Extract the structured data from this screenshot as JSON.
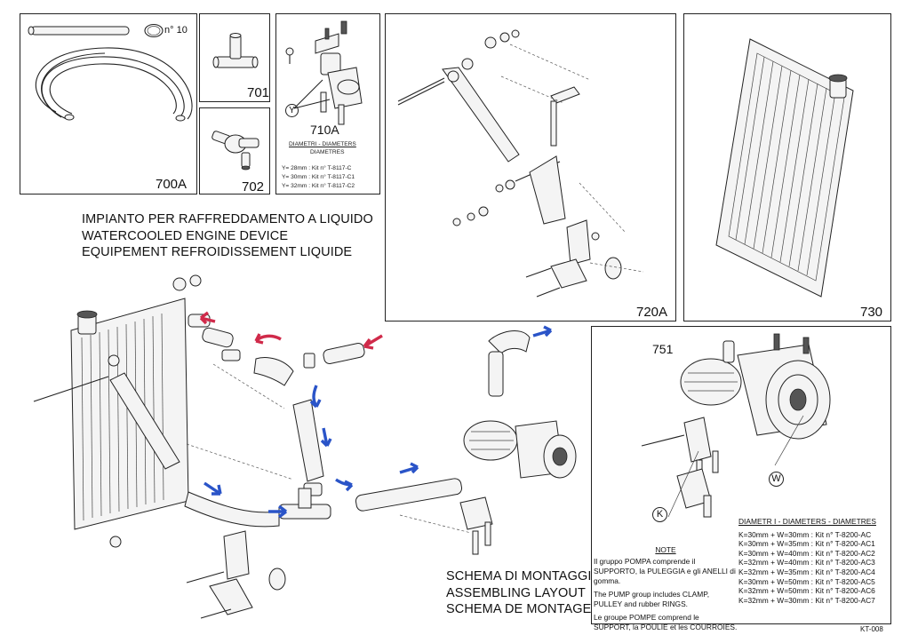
{
  "panels": {
    "hose_kit": {
      "code": "700A",
      "clamp_label": "n° 10"
    },
    "tee": {
      "code": "701"
    },
    "thermostat": {
      "code": "702"
    },
    "support": {
      "code": "710A",
      "diam_title": "DIAMETRI - DIAMETERS",
      "diam_subtitle": "DIAMETRES",
      "rows": [
        "Y= 28mm : Kit n° T-8117-C",
        "Y= 30mm : Kit n° T-8117-C1",
        "Y= 32mm : Kit n° T-8117-C2"
      ],
      "callout": "Y"
    },
    "bracket": {
      "code": "720A"
    },
    "radiator": {
      "code": "730"
    },
    "pump": {
      "code": "751",
      "callout_k": "K",
      "callout_w": "W"
    }
  },
  "title_lines": [
    "IMPIANTO PER RAFFREDDAMENTO A LIQUIDO",
    "WATERCOOLED ENGINE DEVICE",
    "EQUIPEMENT REFROIDISSEMENT LIQUIDE"
  ],
  "layout_lines": [
    "SCHEMA DI MONTAGGIO",
    "ASSEMBLING LAYOUT",
    "SCHEMA DE MONTAGE"
  ],
  "note": {
    "heading": "NOTE",
    "it": "Il gruppo POMPA comprende il SUPPORTO, la PULEGGIA e gli ANELLI di gomma.",
    "en": "The PUMP group includes CLAMP, PULLEY and rubber RINGS.",
    "fr": "Le groupe POMPE comprend le SUPPORT, la POULIE et les COURROIES."
  },
  "diameters": {
    "heading": "DIAMETR I - DIAMETERS - DIAMETRES",
    "rows": [
      "K=30mm + W=30mm : Kit n° T-8200-AC",
      "K=30mm + W=35mm : Kit n° T-8200-AC1",
      "K=30mm + W=40mm : Kit n° T-8200-AC2",
      "K=32mm + W=40mm : Kit n° T-8200-AC3",
      "K=32mm + W=35mm : Kit n° T-8200-AC4",
      "K=30mm + W=50mm : Kit n° T-8200-AC5",
      "K=32mm + W=50mm : Kit n° T-8200-AC6",
      "K=32mm + W=30mm : Kit n° T-8200-AC7"
    ]
  },
  "page_code": "KT-008",
  "colors": {
    "flow_hot": "#d02a4a",
    "flow_cold": "#2a54c8",
    "line": "#222222"
  }
}
